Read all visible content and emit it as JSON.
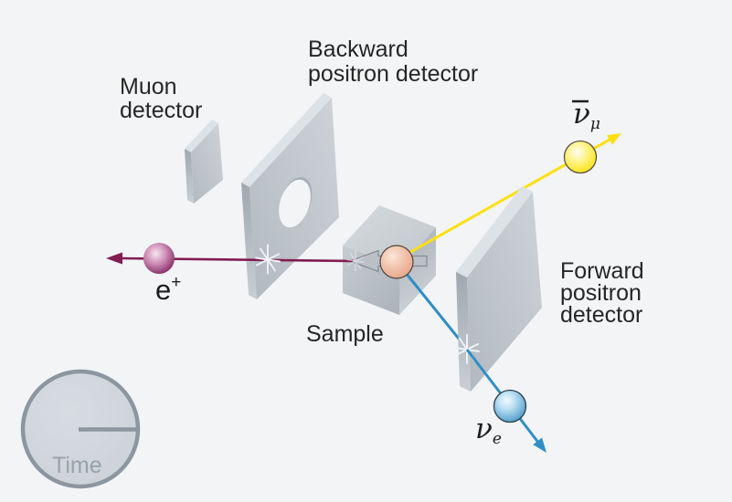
{
  "diagram": {
    "labels": {
      "muon_detector": [
        "Muon",
        "detector"
      ],
      "backward_detector": [
        "Backward",
        "positron detector"
      ],
      "forward_detector": [
        "Forward",
        "positron",
        "detector"
      ],
      "sample": "Sample",
      "time": "Time"
    },
    "particles": {
      "positron": {
        "base": "e",
        "sup": "+"
      },
      "muon_antineutrino": {
        "base": "ν",
        "sub": "μ",
        "overline": true
      },
      "electron_neutrino": {
        "base": "ν",
        "sub": "e"
      }
    },
    "colors": {
      "background": "#f2f4f6",
      "positron_track": "#821c52",
      "antineutrino_track": "#fedf0f",
      "neutrino_track": "#2f8ec5",
      "detector_plate": "#c2c9cf",
      "muon_sphere": "#eeb49c",
      "label_text": "#262626",
      "clock": "#8b96a1"
    }
  }
}
